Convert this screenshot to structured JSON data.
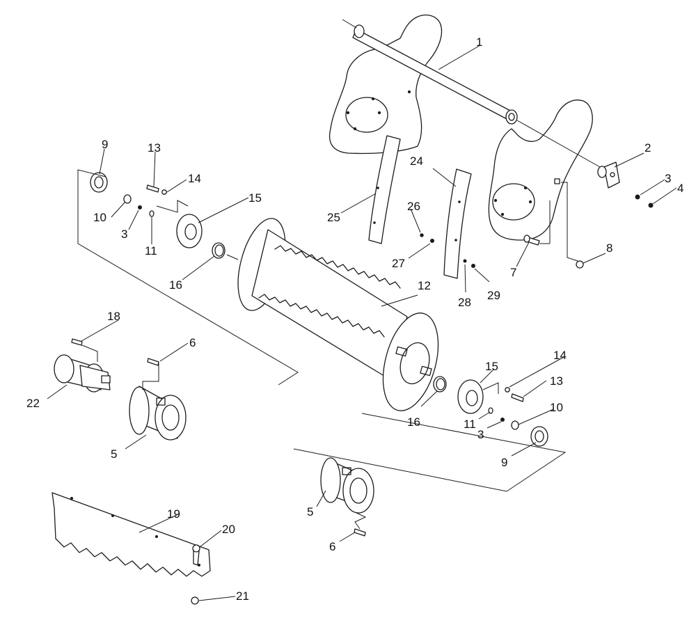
{
  "callouts": {
    "c1": "1",
    "c2": "2",
    "c3a": "3",
    "c4": "4",
    "c5a": "5",
    "c5b": "5",
    "c6a": "6",
    "c6b": "6",
    "c7": "7",
    "c8": "8",
    "c9a": "9",
    "c9b": "9",
    "c10a": "10",
    "c10b": "10",
    "c11a": "11",
    "c11b": "11",
    "c12": "12",
    "c13a": "13",
    "c13b": "13",
    "c14a": "14",
    "c14b": "14",
    "c15a": "15",
    "c15b": "15",
    "c16a": "16",
    "c16b": "16",
    "c18": "18",
    "c19": "19",
    "c20": "20",
    "c21": "21",
    "c22": "22",
    "c24": "24",
    "c25": "25",
    "c26": "26",
    "c27": "27",
    "c28": "28",
    "c29": "29",
    "c3b": "3",
    "c3c": "3"
  }
}
